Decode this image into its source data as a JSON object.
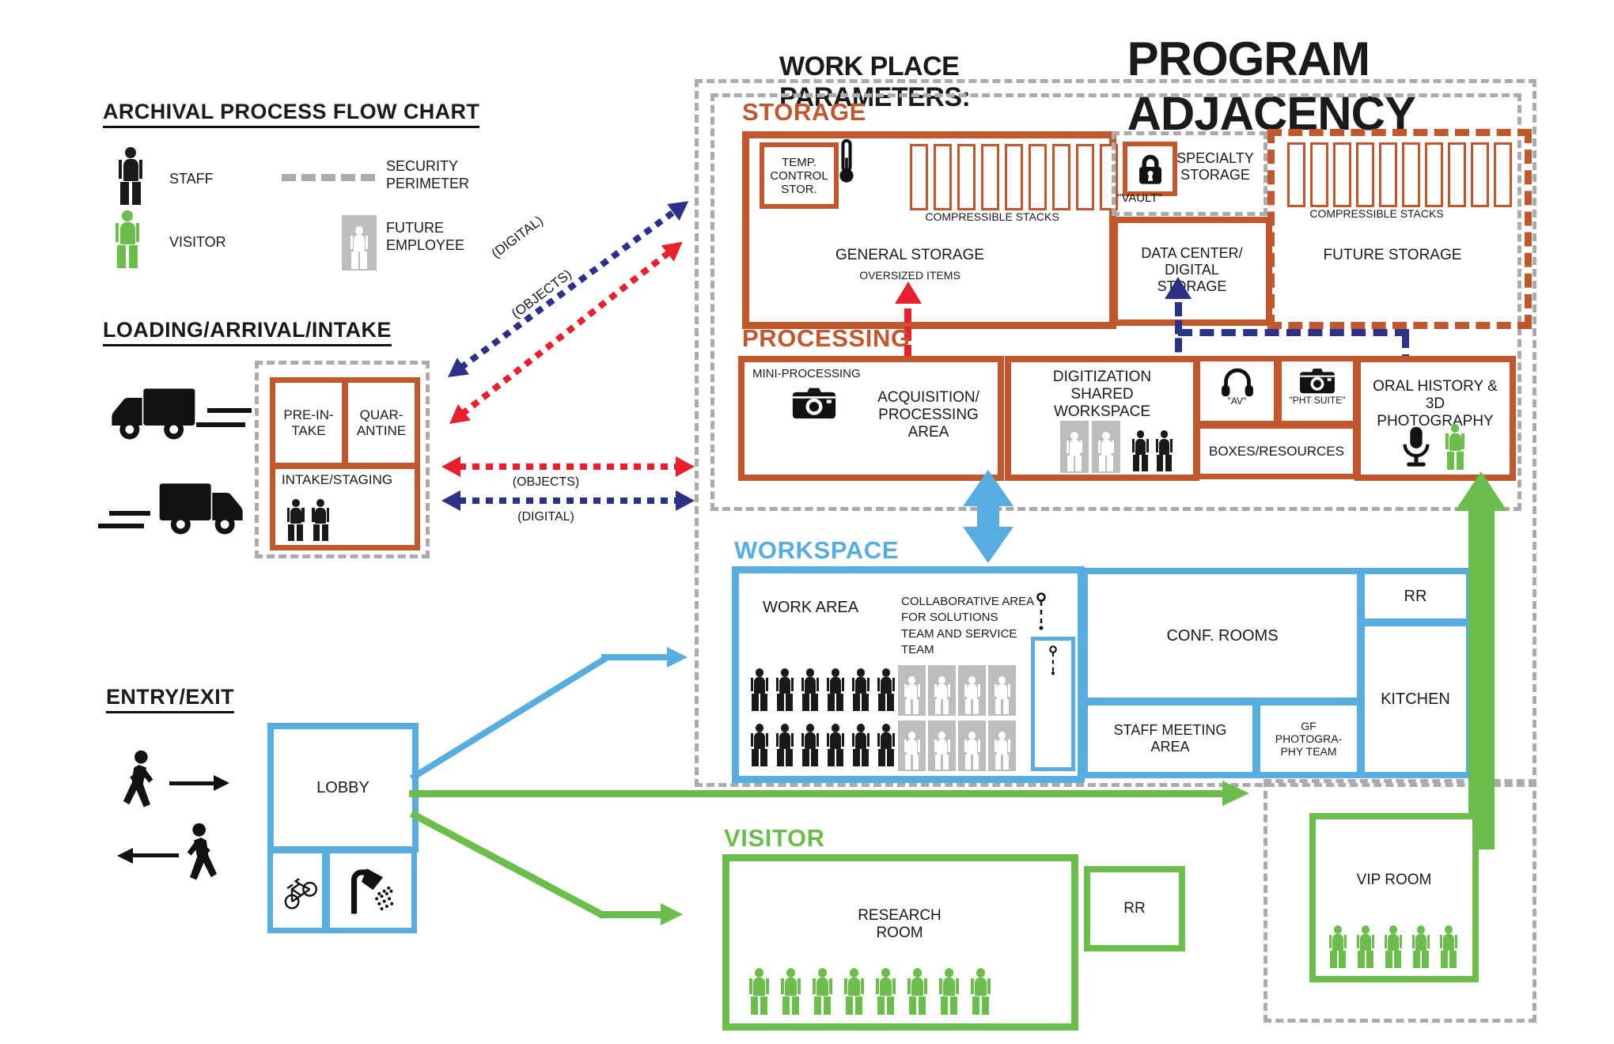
{
  "colors": {
    "orange": "#C1572D",
    "blue": "#57ACE0",
    "green": "#6CBE4C",
    "navy": "#2B3186",
    "red": "#E8202E",
    "gray": "#ABABAB",
    "tile_gray": "#BDBDBD",
    "ink": "#1A1A1A"
  },
  "title": {
    "prefix": "WORK PLACE PARAMETERS:",
    "main": "PROGRAM ADJACENCY"
  },
  "legend": {
    "heading": "ARCHIVAL PROCESS FLOW CHART",
    "staff_label": "STAFF",
    "security_label": "SECURITY PERIMETER",
    "visitor_label": "VISITOR",
    "future_label": "FUTURE EMPLOYEE"
  },
  "loading": {
    "heading": "LOADING/ARRIVAL/INTAKE",
    "pre_intake": "PRE-IN-TAKE",
    "quarantine": "QUAR-ANTINE",
    "intake_staging": "INTAKE/STAGING",
    "staging_people": 2
  },
  "flows": {
    "digital_diagonal": "(DIGITAL)",
    "objects_diagonal": "(OBJECTS)",
    "objects_horizontal": "(OBJECTS)",
    "digital_horizontal": "(DIGITAL)"
  },
  "storage": {
    "heading": "STORAGE",
    "temp_control": "TEMP. CONTROL STOR.",
    "compressible_label": "COMPRESSIBLE STACKS",
    "general_name": "GENERAL STORAGE",
    "general_sub": "OVERSIZED ITEMS",
    "general_stack_count": 9,
    "specialty_name": "SPECIALTY STORAGE",
    "vault_label": "\"VAULT\"",
    "data_center_name": "DATA CENTER/ DIGITAL STORAGE",
    "future_name": "FUTURE STORAGE",
    "future_compressible_label": "COMPRESSIBLE STACKS",
    "future_stack_count": 10
  },
  "processing": {
    "heading": "PROCESSING",
    "mini_label": "MINI-PROCESSING",
    "acquisition_name": "ACQUISITION/ PROCESSING AREA",
    "digitization_name": "DIGITIZATION SHARED WORKSPACE",
    "digitization_future": 2,
    "digitization_staff": 2,
    "av_label": "\"AV\"",
    "pht_label": "\"PHT SUITE\"",
    "boxes_label": "BOXES/RESOURCES",
    "oral_name": "ORAL HISTORY & 3D PHOTOGRAPHY",
    "oral_visitors": 1
  },
  "workspace": {
    "heading": "WORKSPACE",
    "work_area_name": "WORK AREA",
    "collab_label": "COLLABORATIVE AREA FOR SOLUTIONS TEAM AND SERVICE TEAM",
    "staff_per_row": 6,
    "future_per_row": 4,
    "conf_name": "CONF. ROOMS",
    "rr_label": "RR",
    "kitchen_name": "KITCHEN",
    "staff_meeting_name": "STAFF MEETING AREA",
    "gf_photo_name": "GF PHOTOGRA-PHY TEAM"
  },
  "entry": {
    "heading": "ENTRY/EXIT",
    "lobby_name": "LOBBY"
  },
  "visitor": {
    "heading": "VISITOR",
    "research_name": "RESEARCH ROOM",
    "research_people": 8,
    "rr_label": "RR",
    "vip_name": "VIP ROOM",
    "vip_people": 5
  },
  "icons": {
    "staff": "person-icon",
    "visitor": "person-icon",
    "future_employee": "person-tile-icon",
    "security": "dashed-line",
    "truck": "truck-icon",
    "thermometer": "thermometer-icon",
    "lock": "lock-icon",
    "camera": "camera-icon",
    "headphones": "headphones-icon",
    "microphone": "microphone-icon",
    "walking": "walking-person-icon",
    "bicycle": "bicycle-icon",
    "shower": "shower-icon",
    "hook": "hook-icon"
  }
}
